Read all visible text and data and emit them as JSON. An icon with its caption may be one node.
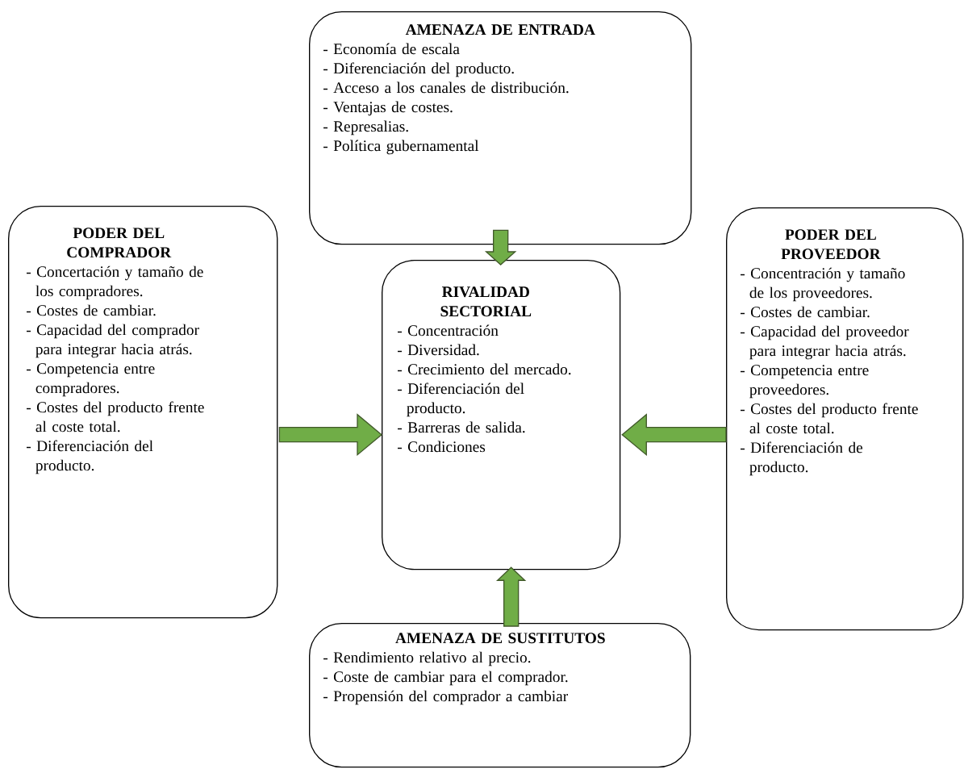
{
  "diagram": {
    "nodes": [
      {
        "text": [
          "AMENAZA DE ENTRADA",
          "- Economía de escala",
          "- Diferenciación del producto.",
          "- Acceso a los canales de distribución.",
          "- Ventajas de costes.",
          "- Represalias.",
          "- Política gubernamental"
        ]
      },
      {
        "text": [
          "PODER DEL COMPRADOR",
          "- Concertación y tamaño de los compradores.",
          "- Costes de cambiar.",
          "- Capacidad del comprador para integrar hacia atrás.",
          "- Competencia entre compradores.",
          "- Costes del producto frente al coste total.",
          "- Diferenciación del producto."
        ]
      },
      {
        "text": [
          "RIVALIDAD SECTORIAL",
          "- Concentración",
          "- Diversidad.",
          "- Crecimiento del mercado.",
          "- Diferenciación del producto.",
          "- Barreras de salida.",
          "- Condiciones"
        ]
      },
      {
        "text": [
          "PODER DEL PROVEEDOR",
          "- Concentración y tamaño de los proveedores.",
          "- Costes de cambiar.",
          "- Capacidad del proveedor para integrar hacia atrás.",
          "- Competencia entre proveedores.",
          "- Costes del producto frente al coste total.",
          "- Diferenciación de producto."
        ]
      },
      {
        "text": [
          "AMENAZA DE SUSTITUTOS",
          "- Rendimiento relativo al precio.",
          "- Coste de cambiar para el comprador.",
          "- Propensión del comprador a cambiar"
        ]
      }
    ],
    "edges": [
      {
        "from": 0,
        "to": 2,
        "arrow": "to"
      },
      {
        "from": 1,
        "to": 2,
        "arrow": "to"
      },
      {
        "from": 3,
        "to": 2,
        "arrow": "to"
      },
      {
        "from": 4,
        "to": 2,
        "arrow": "to"
      }
    ]
  }
}
